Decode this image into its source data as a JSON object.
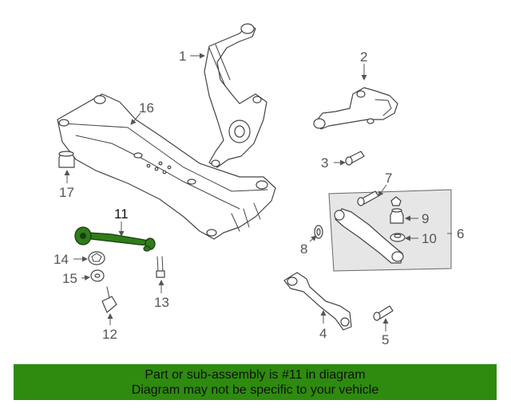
{
  "diagram": {
    "callouts": {
      "c1": "1",
      "c2": "2",
      "c3": "3",
      "c4": "4",
      "c5": "5",
      "c6": "6",
      "c7": "7",
      "c8": "8",
      "c9": "9",
      "c10": "10",
      "c11": "11",
      "c12": "12",
      "c13": "13",
      "c14": "14",
      "c15": "15",
      "c16": "16",
      "c17": "17"
    },
    "highlighted_part": "11",
    "highlight_color": "#2e7d1a"
  },
  "banner": {
    "line1": "Part or sub-assembly is #11 in diagram",
    "line2": "Diagram may not be specific to your vehicle",
    "background": "#2e8b0f"
  }
}
